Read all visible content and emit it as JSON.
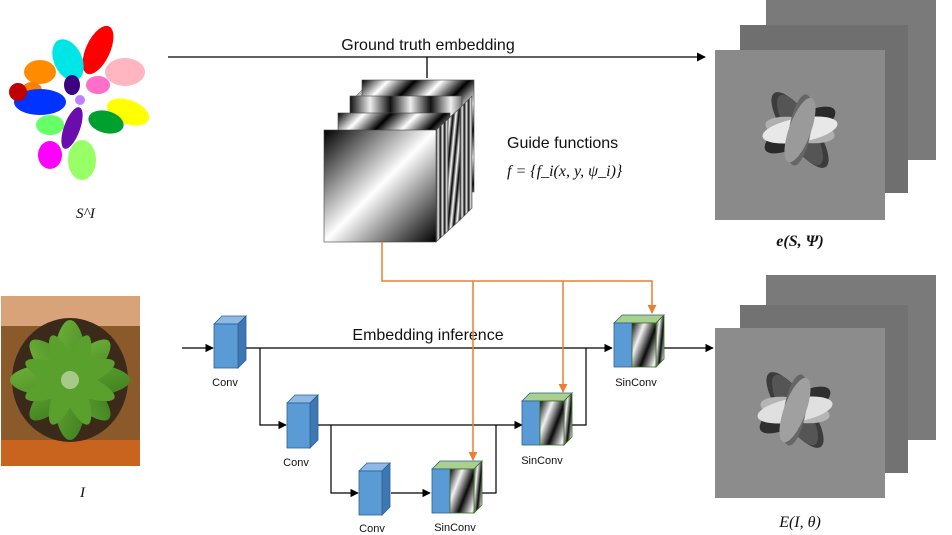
{
  "labels": {
    "gt_embedding": "Ground truth embedding",
    "embedding_inference": "Embedding inference",
    "guide_title": "Guide functions",
    "guide_formula": "f = {f_i(x, y, ψ_i)}",
    "segmentation": "S^I",
    "input_image": "I",
    "gt_output": "e(S, Ψ)",
    "pred_output": "E(I, θ)"
  },
  "blocks": {
    "conv1": "Conv",
    "conv2": "Conv",
    "conv3": "Conv",
    "sinconv1": "SinConv",
    "sinconv2": "SinConv",
    "sinconv3": "SinConv"
  },
  "colors": {
    "conv_blue": "#5b9bd5",
    "guide_arrow": "#ed7d31",
    "line": "#000000"
  }
}
